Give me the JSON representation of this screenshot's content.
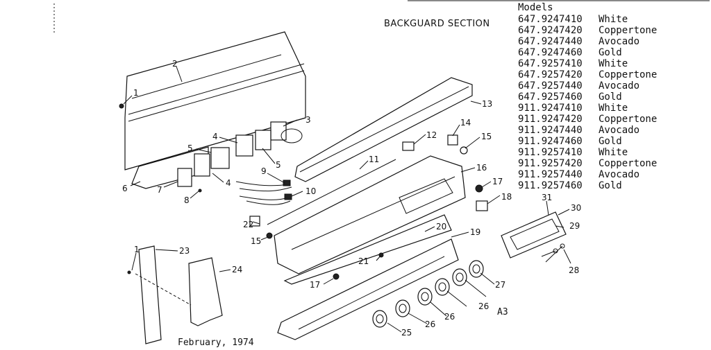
{
  "diagram": {
    "title": "BACKGUARD SECTION",
    "models_heading": "Models",
    "models": [
      {
        "number": "647.9247410",
        "color": "White"
      },
      {
        "number": "647.9247420",
        "color": "Coppertone"
      },
      {
        "number": "647.9247440",
        "color": "Avocado"
      },
      {
        "number": "647.9247460",
        "color": "Gold"
      },
      {
        "number": "647.9257410",
        "color": "White"
      },
      {
        "number": "647.9257420",
        "color": "Coppertone"
      },
      {
        "number": "647.9257440",
        "color": "Avocado"
      },
      {
        "number": "647.9257460",
        "color": "Gold"
      },
      {
        "number": "911.9247410",
        "color": "White"
      },
      {
        "number": "911.9247420",
        "color": "Coppertone"
      },
      {
        "number": "911.9247440",
        "color": "Avocado"
      },
      {
        "number": "911.9247460",
        "color": "Gold"
      },
      {
        "number": "911.9257410",
        "color": "White"
      },
      {
        "number": "911.9257420",
        "color": "Coppertone"
      },
      {
        "number": "911.9257440",
        "color": "Avocado"
      },
      {
        "number": "911.9257460",
        "color": "Gold"
      }
    ],
    "date": "February, 1974",
    "plate_code": "A3",
    "callouts": {
      "c1a": "1",
      "c2": "2",
      "c3": "3",
      "c4a": "4",
      "c4b": "4",
      "c5a": "5",
      "c5b": "5",
      "c6": "6",
      "c7": "7",
      "c8": "8",
      "c9": "9",
      "c10": "10",
      "c11": "11",
      "c12": "12",
      "c13": "13",
      "c14": "14",
      "c15a": "15",
      "c15b": "15",
      "c16": "16",
      "c17a": "17",
      "c17b": "17",
      "c18": "18",
      "c19": "19",
      "c20": "20",
      "c21": "21",
      "c22": "22",
      "c1b": "1",
      "c23": "23",
      "c24": "24",
      "c25": "25",
      "c26a": "26",
      "c26b": "26",
      "c26c": "26",
      "c27": "27",
      "c28": "28",
      "c29": "29",
      "c30": "30",
      "c31": "31"
    }
  }
}
